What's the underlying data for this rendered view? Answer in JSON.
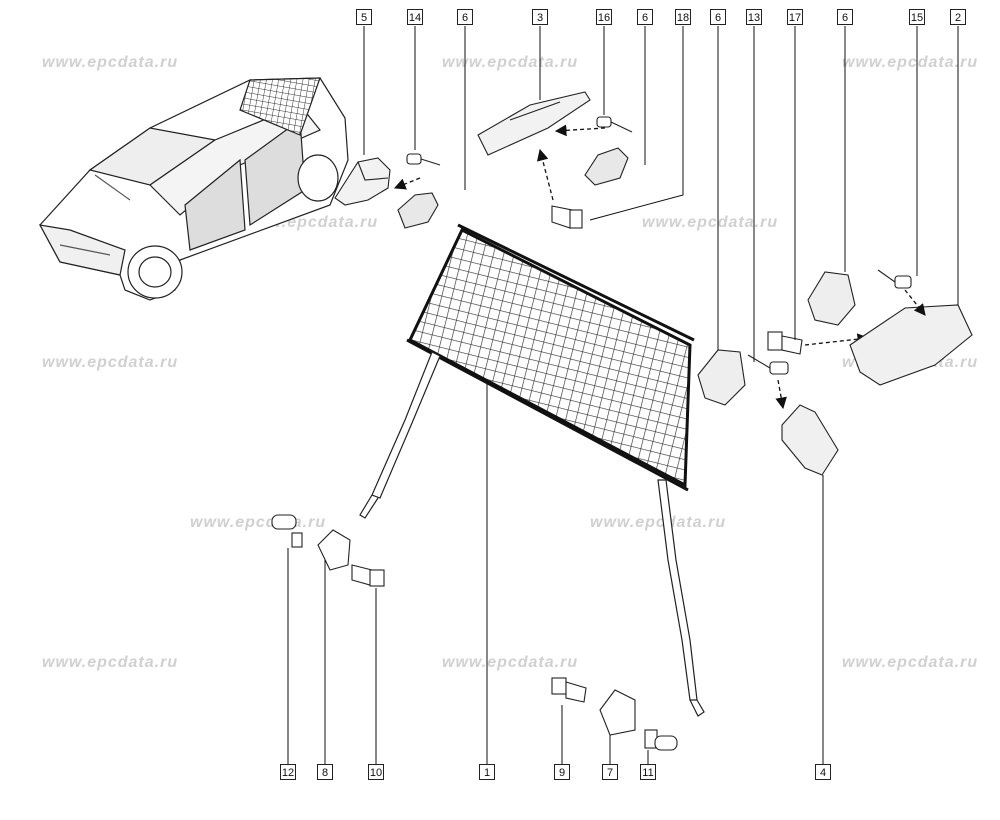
{
  "watermark": "www.epcdata.ru",
  "callouts": {
    "top": [
      "5",
      "14",
      "6",
      "3",
      "16",
      "6",
      "18",
      "6",
      "13",
      "17",
      "6",
      "15",
      "2"
    ],
    "bottom_left": [
      "12",
      "8",
      "10"
    ],
    "bottom_center": [
      "1",
      "9",
      "7",
      "11",
      "4"
    ]
  },
  "icons": {
    "car": "car-with-cargo-net-icon",
    "net": "cargo-net-icon",
    "clip": "cover-clip-icon",
    "bolt": "bolt-icon",
    "bracket": "mounting-bracket-icon"
  }
}
